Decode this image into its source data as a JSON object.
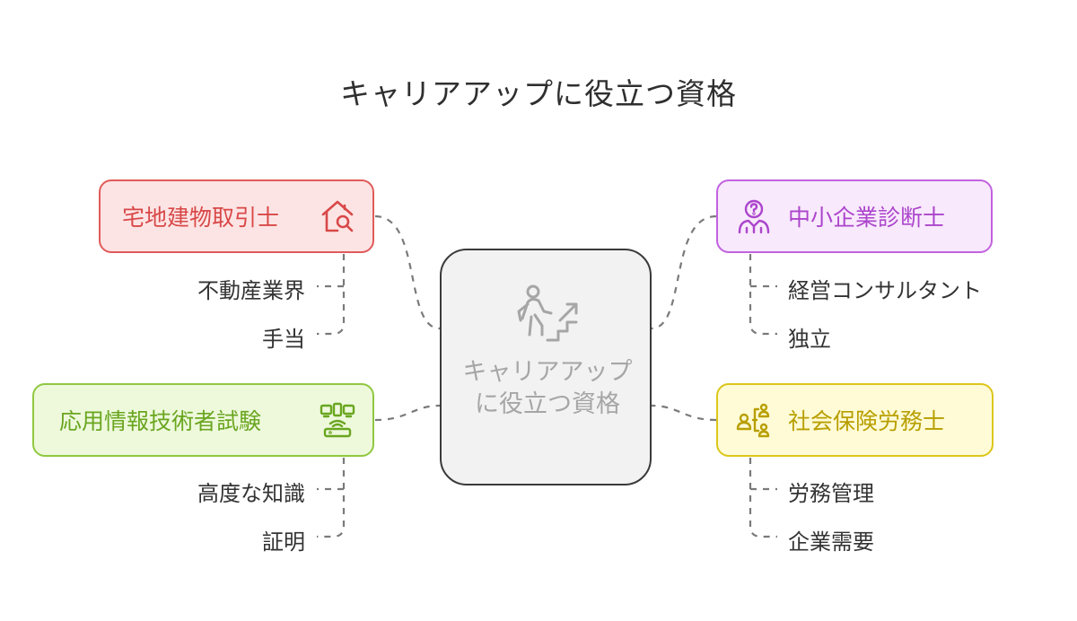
{
  "title": "キャリアアップに役立つ資格",
  "center": {
    "label": "キャリアアップに役立つ資格",
    "icon": "person-climbing-stairs-icon",
    "border_color": "#3a3a3a",
    "background": "#f2f2f2"
  },
  "nodes": {
    "takken": {
      "label": "宅地建物取引士",
      "icon": "house-search-icon",
      "color": "#e05b5b",
      "children": [
        "不動産業界",
        "手当"
      ]
    },
    "it": {
      "label": "応用情報技術者試験",
      "icon": "network-devices-icon",
      "color": "#8fc840",
      "children": [
        "高度な知識",
        "証明"
      ]
    },
    "chusho": {
      "label": "中小企業診断士",
      "icon": "consultant-question-icon",
      "color": "#c262e0",
      "children": [
        "経営コンサルタント",
        "独立"
      ]
    },
    "sharoshi": {
      "label": "社会保険労務士",
      "icon": "people-hierarchy-icon",
      "color": "#dcc61a",
      "children": [
        "労務管理",
        "企業需要"
      ]
    }
  }
}
